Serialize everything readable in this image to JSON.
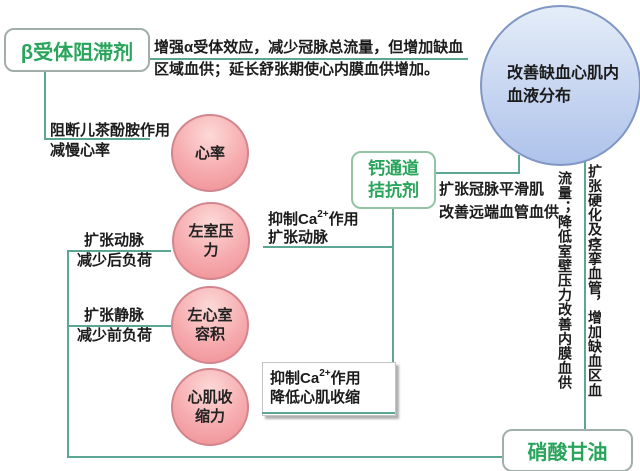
{
  "colors": {
    "accent_green": "#28a55b",
    "connector_teal": "#5ca794",
    "pink_circle_fill": "#f2989c",
    "pink_circle_border": "#d2858c",
    "blue_circle_fill": "#bccdef",
    "blue_circle_border": "#8096c5"
  },
  "beta_box": {
    "label": "β受体阻滞剂"
  },
  "beta_top_note": {
    "line1": "增强α受体效应，减少冠脉总流量，但增加缺血",
    "line2": "区域血供；延长舒张期使心内膜血供增加。"
  },
  "beta_left_note": {
    "line1": "阻断儿茶酚胺作用",
    "line2": "减慢心率"
  },
  "circles": {
    "heart_rate": {
      "line1": "心率"
    },
    "lv_pressure": {
      "line1": "左室压",
      "line2": "力"
    },
    "lv_volume": {
      "line1": "左心室",
      "line2": "容积"
    },
    "contractility": {
      "line1": "心肌收",
      "line2": "缩力"
    }
  },
  "blue_circle_note": {
    "line1": "改善缺血心肌内",
    "line2": "血液分布"
  },
  "calcium_box": {
    "line1": "钙通道",
    "line2": "拮抗剂"
  },
  "calcium_right_note": {
    "line1": "扩张冠脉平滑肌",
    "line2": "改善远端血管血供"
  },
  "ca_note_upper": {
    "pre": "抑制Ca",
    "sup": "2+",
    "post": "作用",
    "line2": "扩张动脉"
  },
  "ca_note_lower": {
    "pre": "抑制Ca",
    "sup": "2+",
    "post": "作用",
    "line2": "降低心肌收缩"
  },
  "artery_note": {
    "line1": "扩张动脉",
    "line2": "减少后负荷"
  },
  "vein_note": {
    "line1": "扩张静脉",
    "line2": "减少前负荷"
  },
  "nitro_box": {
    "label": "硝酸甘油"
  },
  "nitro_vertical_note": {
    "col_right": "扩张硬化及痉挛血管，增加缺血区血",
    "col_left": "流量；降低室壁压力改善内膜血供"
  }
}
